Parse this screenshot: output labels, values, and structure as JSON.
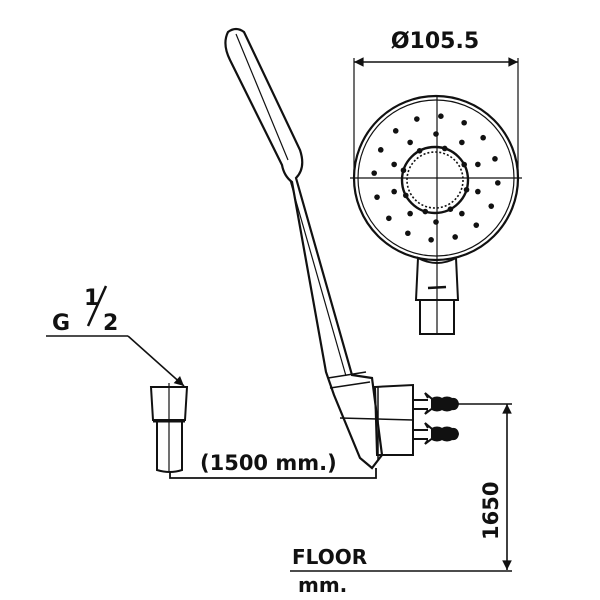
{
  "title": "Hand shower installation drawing",
  "labels": {
    "diameter": "Ø105.5",
    "thread_g": "G",
    "thread_fraction_num": "1",
    "thread_fraction_den": "2",
    "hose_length": "(1500 mm.)",
    "height": "1650",
    "floor": "FLOOR",
    "unit": "mm."
  },
  "colors": {
    "line": "#111111",
    "background": "#ffffff"
  }
}
